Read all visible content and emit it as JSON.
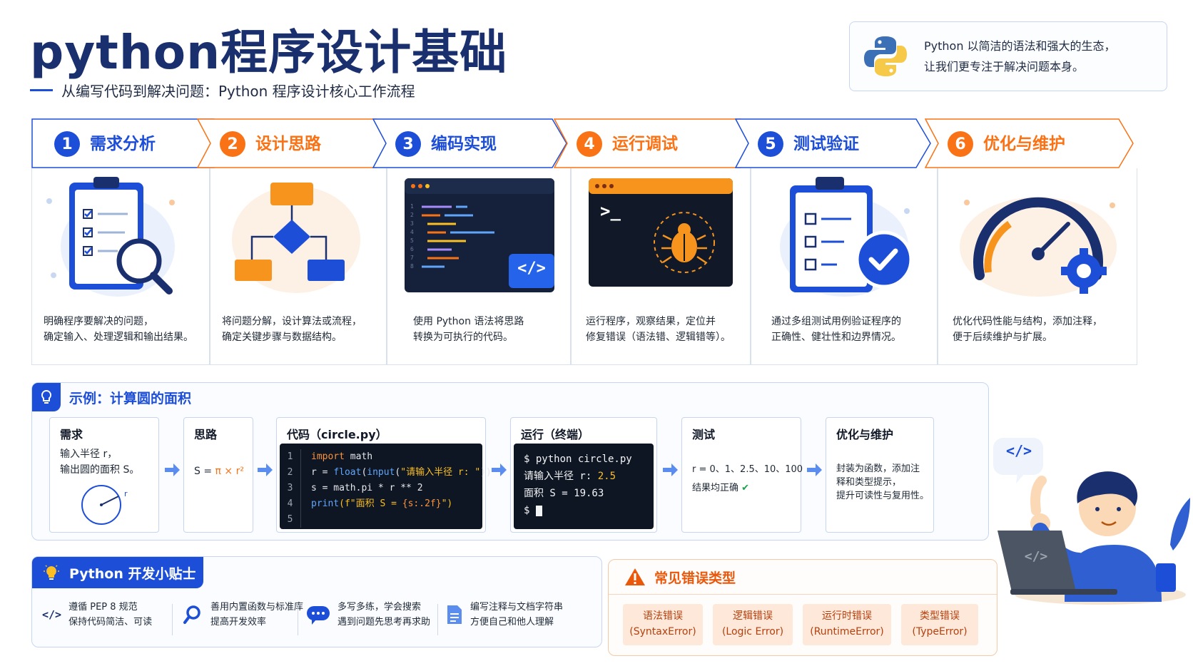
{
  "header": {
    "title": "python程序设计基础",
    "subtitle": "从编写代码到解决问题：Python 程序设计核心工作流程"
  },
  "quote": {
    "line1": "Python 以简洁的语法和强大的生态，",
    "line2": "让我们更专注于解决问题本身。"
  },
  "steps": [
    {
      "num": "1",
      "label": "需求分析",
      "desc1": "明确程序要解决的问题，",
      "desc2": "确定输入、处理逻辑和输出结果。",
      "color": "#1d4ed8"
    },
    {
      "num": "2",
      "label": "设计思路",
      "desc1": "将问题分解，设计算法或流程，",
      "desc2": "确定关键步骤与数据结构。",
      "color": "#f97316"
    },
    {
      "num": "3",
      "label": "编码实现",
      "desc1": "使用 Python 语法将思路",
      "desc2": "转换为可执行的代码。",
      "color": "#1d4ed8"
    },
    {
      "num": "4",
      "label": "运行调试",
      "desc1": "运行程序，观察结果，定位并",
      "desc2": "修复错误（语法错、逻辑错等）。",
      "color": "#f97316"
    },
    {
      "num": "5",
      "label": "测试验证",
      "desc1": "通过多组测试用例验证程序的",
      "desc2": "正确性、健壮性和边界情况。",
      "color": "#1d4ed8"
    },
    {
      "num": "6",
      "label": "优化与维护",
      "desc1": "优化代码性能与结构，添加注释，",
      "desc2": "便于后续维护与扩展。",
      "color": "#f97316"
    }
  ],
  "example": {
    "title": "示例：计算圆的面积",
    "req": {
      "h": "需求",
      "l1": "输入半径 r，",
      "l2": "输出圆的面积 S。",
      "r_label": "r"
    },
    "idea": {
      "h": "思路",
      "formula_s": "S = ",
      "formula_pi": "π × r²"
    },
    "code": {
      "h": "代码（circle.py）",
      "line_numbers": [
        "1",
        "2",
        "3",
        "4",
        "5"
      ],
      "l1_kw": "import",
      "l1_rest": " math",
      "l2_a": "r = ",
      "l2_fn": "float",
      "l2_b": "(",
      "l2_fn2": "input",
      "l2_c": "(",
      "l2_str": "\"请输入半径 r: \"",
      "l2_d": "))",
      "l3": "s = math.pi * r ** 2",
      "l4_fn": "print",
      "l4_a": "(f\"面积 S = ",
      "l4_str": "{s:.2f}",
      "l4_b": "\")"
    },
    "run": {
      "h": "运行（终端）",
      "l1": "$ python circle.py",
      "l2_a": "请输入半径 r: ",
      "l2_v": "2.5",
      "l3": "面积 S = 19.63",
      "l4": "$ "
    },
    "test": {
      "h": "测试",
      "l1": "r = 0、1、2.5、10、100",
      "l2": "结果均正确"
    },
    "opt": {
      "h": "优化与维护",
      "l1": "封装为函数，添加注",
      "l2": "释和类型提示，",
      "l3": "提升可读性与复用性。"
    }
  },
  "tips": {
    "title": "Python 开发小贴士",
    "items": [
      {
        "l1": "遵循 PEP 8 规范",
        "l2": "保持代码简洁、可读"
      },
      {
        "l1": "善用内置函数与标准库",
        "l2": "提高开发效率"
      },
      {
        "l1": "多写多练，学会搜索",
        "l2": "遇到问题先思考再求助"
      },
      {
        "l1": "编写注释与文档字符串",
        "l2": "方便自己和他人理解"
      }
    ]
  },
  "errors": {
    "title": "常见错误类型",
    "items": [
      {
        "cn": "语法错误",
        "en": "(SyntaxError)"
      },
      {
        "cn": "逻辑错误",
        "en": "(Logic Error)"
      },
      {
        "cn": "运行时错误",
        "en": "(RuntimeError)"
      },
      {
        "cn": "类型错误",
        "en": "(TypeError)"
      }
    ]
  },
  "illustration": {
    "code_tag": "</>",
    "terminal_prompt": ">_"
  },
  "colors": {
    "blue": "#1d4ed8",
    "orange": "#f97316",
    "navy": "#1a2f6e",
    "green": "#16a34a"
  }
}
